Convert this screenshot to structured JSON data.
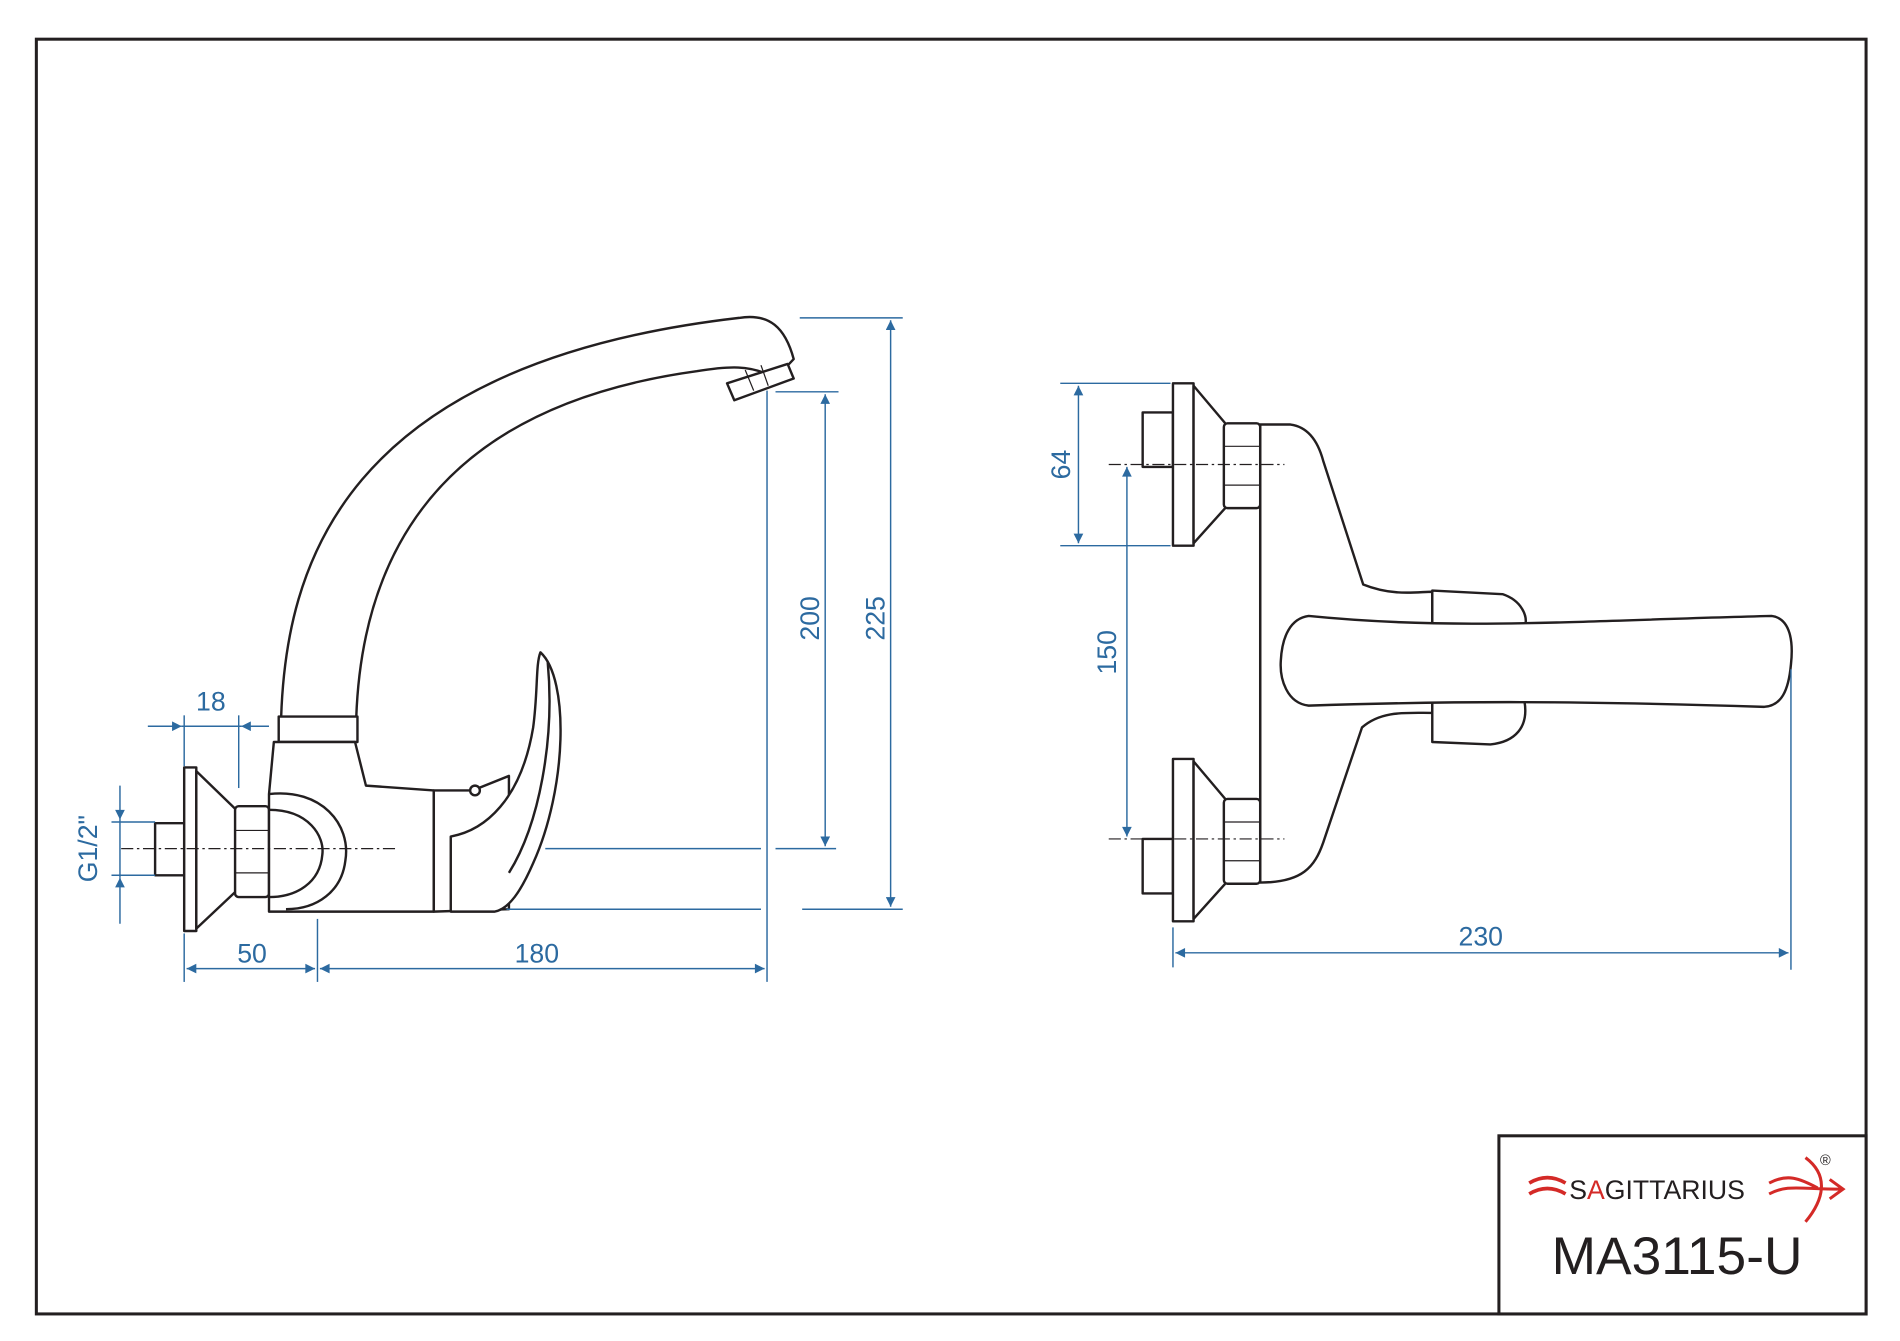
{
  "drawing": {
    "brand": {
      "name_prefix": "S",
      "name_accent": "A",
      "name_rest": "GITTARIUS",
      "registered": "®",
      "accent_color": "#d42a27"
    },
    "model": "MA3115-U",
    "dimension_color": "#2c6aa0",
    "side_view": {
      "dimensions": {
        "thread": "G1/2\"",
        "flange_depth": "18",
        "wall_offset": "50",
        "reach": "180",
        "spout_height": "200",
        "total_height": "225"
      }
    },
    "front_view": {
      "dimensions": {
        "flange_diameter": "64",
        "inlet_spacing": "150",
        "total_width": "230"
      }
    }
  }
}
